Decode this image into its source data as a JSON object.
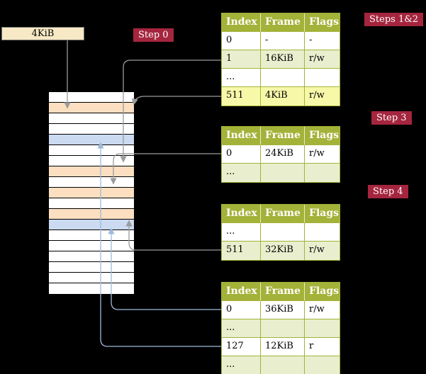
{
  "cr3_box": {
    "label": "4KiB"
  },
  "badges": {
    "step0": "Step 0",
    "steps12": "Steps 1&2",
    "step3": "Step 3",
    "step4": "Step 4"
  },
  "tables": [
    {
      "id": "page-table-level4",
      "headers": [
        "Index",
        "Frame",
        "Flags"
      ],
      "rows": [
        {
          "cells": [
            "0",
            "-",
            "-"
          ],
          "bg": "white"
        },
        {
          "cells": [
            "1",
            "16KiB",
            "r/w"
          ],
          "bg": "green"
        },
        {
          "cells": [
            "...",
            "",
            ""
          ],
          "bg": "white"
        },
        {
          "cells": [
            "511",
            "4KiB",
            "r/w"
          ],
          "bg": "yellow"
        }
      ]
    },
    {
      "id": "page-table-level3",
      "headers": [
        "Index",
        "Frame",
        "Flags"
      ],
      "rows": [
        {
          "cells": [
            "0",
            "24KiB",
            "r/w"
          ],
          "bg": "white"
        },
        {
          "cells": [
            "...",
            "",
            ""
          ],
          "bg": "green"
        }
      ]
    },
    {
      "id": "page-table-level2",
      "headers": [
        "Index",
        "Frame",
        "Flags"
      ],
      "rows": [
        {
          "cells": [
            "...",
            "",
            ""
          ],
          "bg": "white"
        },
        {
          "cells": [
            "511",
            "32KiB",
            "r/w"
          ],
          "bg": "green"
        }
      ]
    },
    {
      "id": "page-table-level1",
      "headers": [
        "Index",
        "Frame",
        "Flags"
      ],
      "rows": [
        {
          "cells": [
            "0",
            "36KiB",
            "r/w"
          ],
          "bg": "white"
        },
        {
          "cells": [
            "...",
            "",
            ""
          ],
          "bg": "green"
        },
        {
          "cells": [
            "127",
            "12KiB",
            "r"
          ],
          "bg": "white"
        },
        {
          "cells": [
            "...",
            "",
            ""
          ],
          "bg": "green"
        }
      ]
    }
  ],
  "memory_column": {
    "rows": [
      "white",
      "peach",
      "white",
      "white",
      "blue",
      "white",
      "white",
      "peach",
      "white",
      "peach",
      "white",
      "peach",
      "blue",
      "white",
      "white",
      "white",
      "white",
      "white",
      "white"
    ]
  },
  "colors": {
    "badge_bg": "#a5253f",
    "table_header_bg": "#a3b238",
    "table_border": "#a3b238",
    "row_green": "#e9efce",
    "row_yellow": "#f8f8a9",
    "memory_peach": "#fbdfc0",
    "memory_blue": "#cbdaf1",
    "box_beige": "#f7e9c5",
    "arrow_gray": "#9b9b9b",
    "arrow_blue": "#9fb9dd"
  }
}
